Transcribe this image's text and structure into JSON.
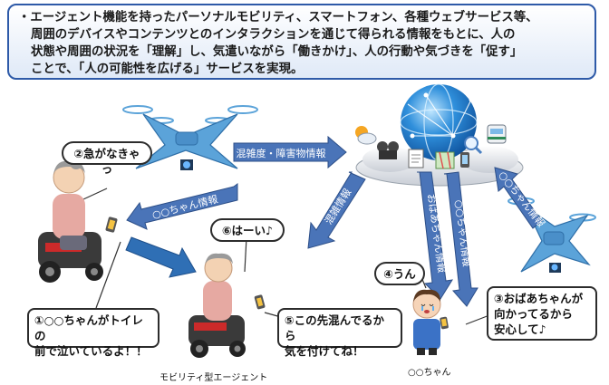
{
  "header": {
    "lines": [
      "・エージェント機能を持ったパーソナルモビリティ、スマートフォン、各種ウェブサービス等、",
      "周囲のデバイスやコンテンツとのインタラクションを通じて得られる情報をもとに、人の",
      "状態や周囲の状況を「理解」し、気遣いながら「働きかけ」、人の行動や気づきを「促す」",
      "ことで、「人の可能性を広げる」サービスを実現。"
    ]
  },
  "speech": {
    "s2": "②急がなきゃっ",
    "s6": "⑥はーい♪",
    "s4": "④うん",
    "s1": [
      "①○○ちゃんがトイレの",
      "前で泣いているよ！！"
    ],
    "s5": [
      "⑤この先混んでるから",
      "気を付けてね！"
    ],
    "s3": [
      "③おばあちゃんが",
      "向かってるから",
      "安心して♪"
    ]
  },
  "arrows": {
    "congestion_obstacle": "混雑度・障害物情報",
    "child_info_left": "○○ちゃん情報",
    "congestion": "混雑情報",
    "grandma_info": "おばあちゃん情報",
    "child_info_down": "○○ちゃん情報",
    "child_info_right": "○○ちゃん情報"
  },
  "labels": {
    "mobility_agent": "モビリティ型エージェント",
    "child": "○○ちゃん"
  },
  "colors": {
    "header_border": "#2e5aa8",
    "arrow_blue": "#4a74b8",
    "drone_blue": "#5ba3d9",
    "globe_blue": "#1f73c4"
  }
}
